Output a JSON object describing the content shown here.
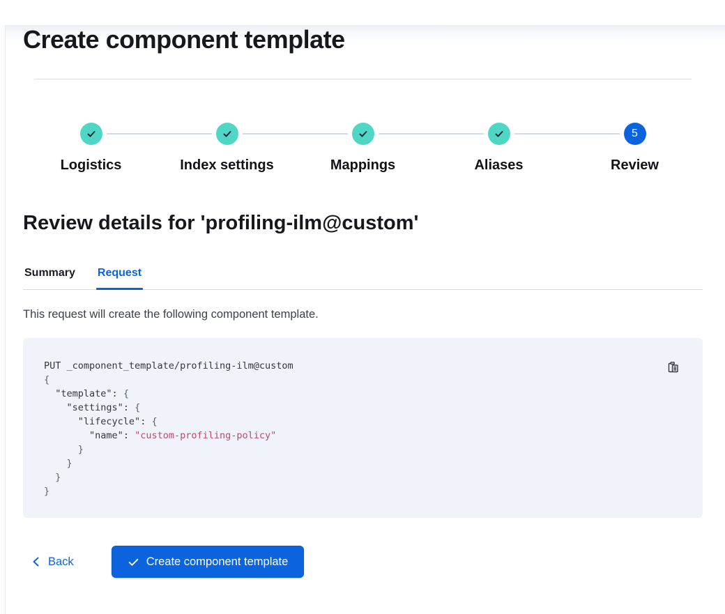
{
  "page": {
    "title": "Create component template"
  },
  "stepper": {
    "steps": [
      {
        "label": "Logistics",
        "status": "complete"
      },
      {
        "label": "Index settings",
        "status": "complete"
      },
      {
        "label": "Mappings",
        "status": "complete"
      },
      {
        "label": "Aliases",
        "status": "complete"
      },
      {
        "label": "Review",
        "status": "current",
        "number": "5"
      }
    ]
  },
  "review": {
    "heading": "Review details for 'profiling-ilm@custom'",
    "tabs": [
      {
        "label": "Summary",
        "active": false
      },
      {
        "label": "Request",
        "active": true
      }
    ],
    "description": "This request will create the following component template."
  },
  "code_block": {
    "copy_icon": "copy-clipboard-icon",
    "lines": [
      [
        {
          "text": "PUT _component_template/profiling-ilm@custom",
          "style": "plain"
        }
      ],
      [
        {
          "text": "{",
          "style": "punct"
        }
      ],
      [
        {
          "text": "  ",
          "style": "plain"
        },
        {
          "text": "\"template\"",
          "style": "key"
        },
        {
          "text": ": ",
          "style": "plain"
        },
        {
          "text": "{",
          "style": "punct"
        }
      ],
      [
        {
          "text": "    ",
          "style": "plain"
        },
        {
          "text": "\"settings\"",
          "style": "key"
        },
        {
          "text": ": ",
          "style": "plain"
        },
        {
          "text": "{",
          "style": "punct"
        }
      ],
      [
        {
          "text": "      ",
          "style": "plain"
        },
        {
          "text": "\"lifecycle\"",
          "style": "key"
        },
        {
          "text": ": ",
          "style": "plain"
        },
        {
          "text": "{",
          "style": "punct"
        }
      ],
      [
        {
          "text": "        ",
          "style": "plain"
        },
        {
          "text": "\"name\"",
          "style": "key"
        },
        {
          "text": ": ",
          "style": "plain"
        },
        {
          "text": "\"custom-profiling-policy\"",
          "style": "string"
        }
      ],
      [
        {
          "text": "      }",
          "style": "punct"
        }
      ],
      [
        {
          "text": "    }",
          "style": "punct"
        }
      ],
      [
        {
          "text": "  }",
          "style": "punct"
        }
      ],
      [
        {
          "text": "}",
          "style": "punct"
        }
      ]
    ]
  },
  "footer": {
    "back_label": "Back",
    "create_button_label": "Create component template"
  },
  "colors": {
    "primary": "#0b64dd",
    "success": "#50d6c5",
    "step_check": "#10253a",
    "code_bg": "#f0f3fa",
    "code_string": "#bd4a6f",
    "divider": "#d3dae6"
  }
}
